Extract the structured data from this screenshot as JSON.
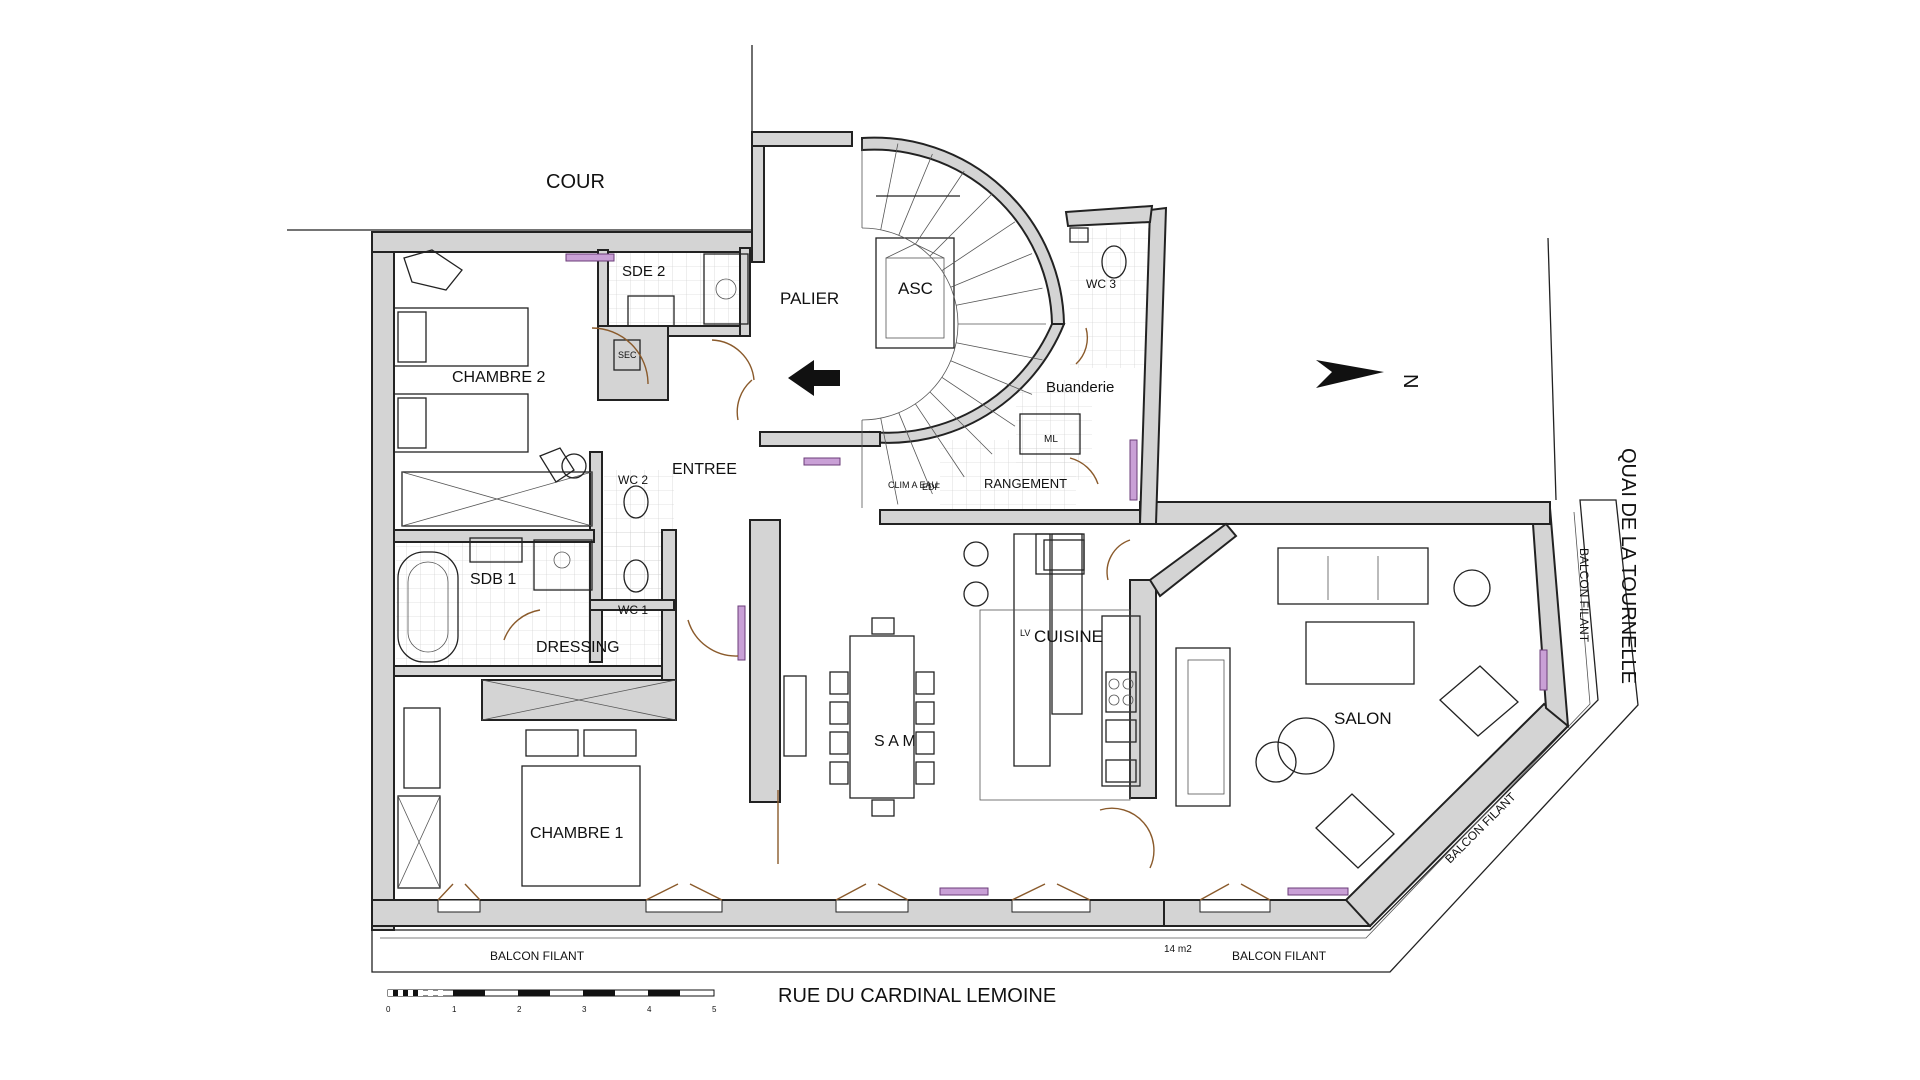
{
  "labels": {
    "cour": "COUR",
    "palier": "PALIER",
    "asc": "ASC",
    "wc3": "WC 3",
    "sde2": "SDE 2",
    "sec": "SEC",
    "chambre2": "CHAMBRE 2",
    "buanderie": "Buanderie",
    "ml": "ML",
    "entree": "ENTREE",
    "wc2": "WC 2",
    "clim": "CLIM A EAU",
    "edf": "EDF",
    "rangement": "RANGEMENT",
    "sdb1": "SDB 1",
    "wc1": "WC 1",
    "dressing": "DRESSING",
    "lv": "LV",
    "cuisine": "CUISINE",
    "sam": "S A M",
    "salon": "SALON",
    "chambre1": "CHAMBRE 1",
    "balcon_filant": "BALCON FILANT",
    "surface": "14 m2",
    "north": "N"
  },
  "streets": {
    "south": "RUE DU CARDINAL LEMOINE",
    "east": "QUAI DE LA TOURNELLE"
  },
  "scale_bar": {
    "ticks": [
      "0",
      "1",
      "2",
      "3",
      "4",
      "5"
    ]
  }
}
